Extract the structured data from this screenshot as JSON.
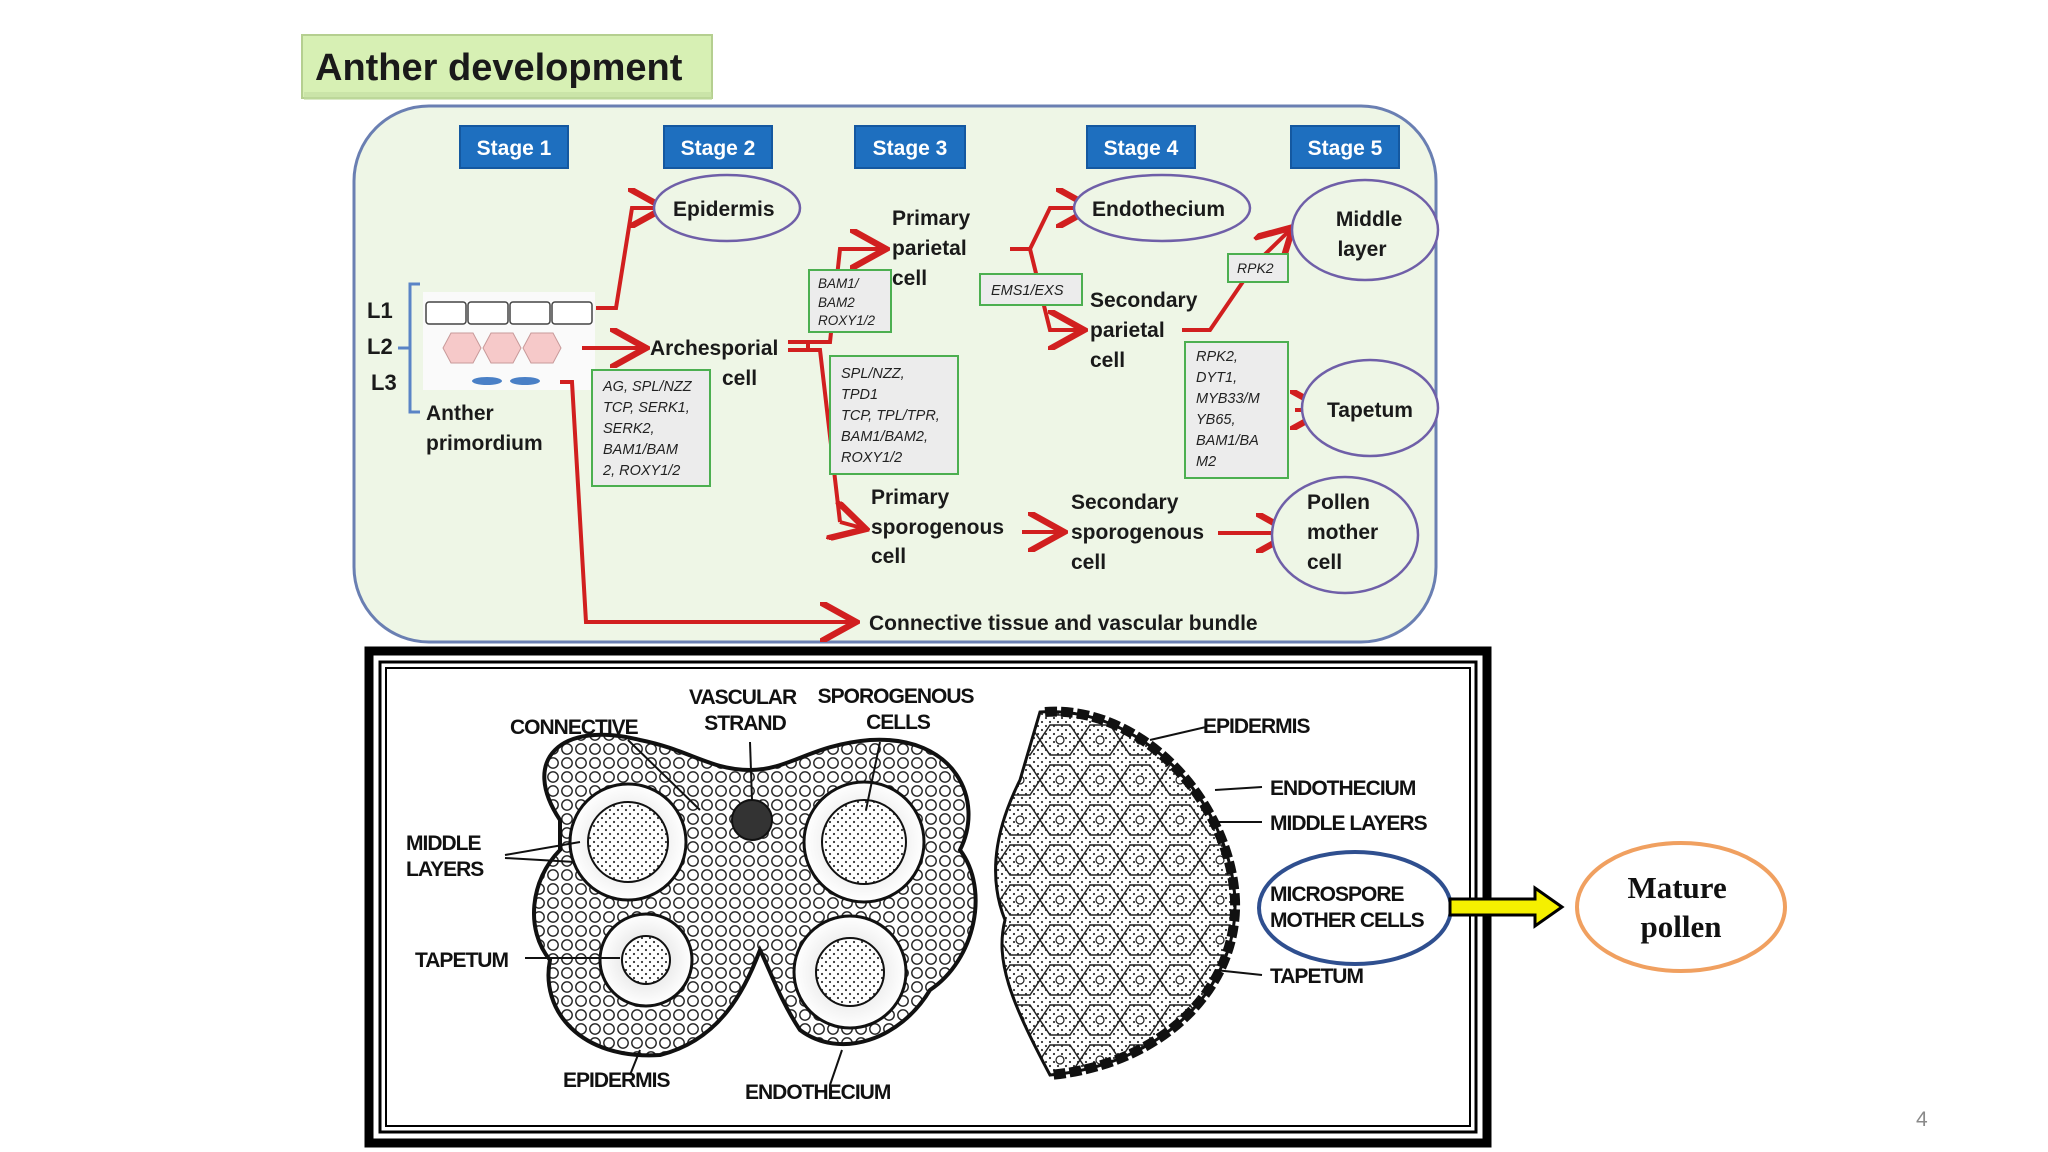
{
  "title": "Anther development",
  "stages": [
    "Stage 1",
    "Stage 2",
    "Stage 3",
    "Stage 4",
    "Stage 5"
  ],
  "layers": [
    "L1",
    "L2",
    "L3"
  ],
  "flow": {
    "anther_primordium": [
      "Anther",
      "primordium"
    ],
    "epidermis": "Epidermis",
    "archesporial": [
      "Archesporial",
      "cell"
    ],
    "primary_parietal": [
      "Primary",
      "parietal",
      "cell"
    ],
    "endothecium": "Endothecium",
    "secondary_parietal": [
      "Secondary",
      "parietal",
      "cell"
    ],
    "middle_layer": [
      "Middle",
      "layer"
    ],
    "tapetum": "Tapetum",
    "primary_sporogenous": [
      "Primary",
      "sporogenous",
      "cell"
    ],
    "secondary_sporogenous": [
      "Secondary",
      "sporogenous",
      "cell"
    ],
    "pollen_mother_cell": [
      "Pollen",
      "mother",
      "cell"
    ],
    "connective": "Connective tissue and vascular bundle"
  },
  "gene_boxes": {
    "stage1": [
      "AG, SPL/NZZ",
      "TCP, SERK1,",
      "SERK2,",
      "BAM1/BAM",
      "2, ROXY1/2"
    ],
    "bam": [
      "BAM1/",
      "BAM2",
      "ROXY1/2"
    ],
    "spl": [
      "SPL/NZZ,",
      "TPD1",
      "TCP, TPL/TPR,",
      "BAM1/BAM2,",
      "ROXY1/2"
    ],
    "ems": "EMS1/EXS",
    "rpk2": "RPK2",
    "rpk2_list": [
      "RPK2,",
      "DYT1,",
      "MYB33/M",
      "YB65,",
      "BAM1/BA",
      "M2"
    ]
  },
  "figure_labels": {
    "connective": "CONNECTIVE",
    "vascular_strand": [
      "VASCULAR",
      "STRAND"
    ],
    "sporogenous_cells": [
      "SPOROGENOUS",
      "CELLS"
    ],
    "middle_layers_left": [
      "MIDDLE",
      "LAYERS"
    ],
    "tapetum_left": "TAPETUM",
    "epidermis_bottom": "EPIDERMIS",
    "endothecium_bottom": "ENDOTHECIUM",
    "epidermis_right": "EPIDERMIS",
    "endothecium_right": "ENDOTHECIUM",
    "middle_layers_right": "MIDDLE LAYERS",
    "microspore": [
      "MICROSPORE",
      "MOTHER CELLS"
    ],
    "tapetum_right": "TAPETUM"
  },
  "mature_pollen": [
    "Mature",
    "pollen"
  ],
  "page_number": "4",
  "colors": {
    "stage_blue": "#1e6fbf",
    "arrow_red": "#d11f1f",
    "panel_green": "#eef6e6",
    "pollen_orange": "#f0a060"
  }
}
